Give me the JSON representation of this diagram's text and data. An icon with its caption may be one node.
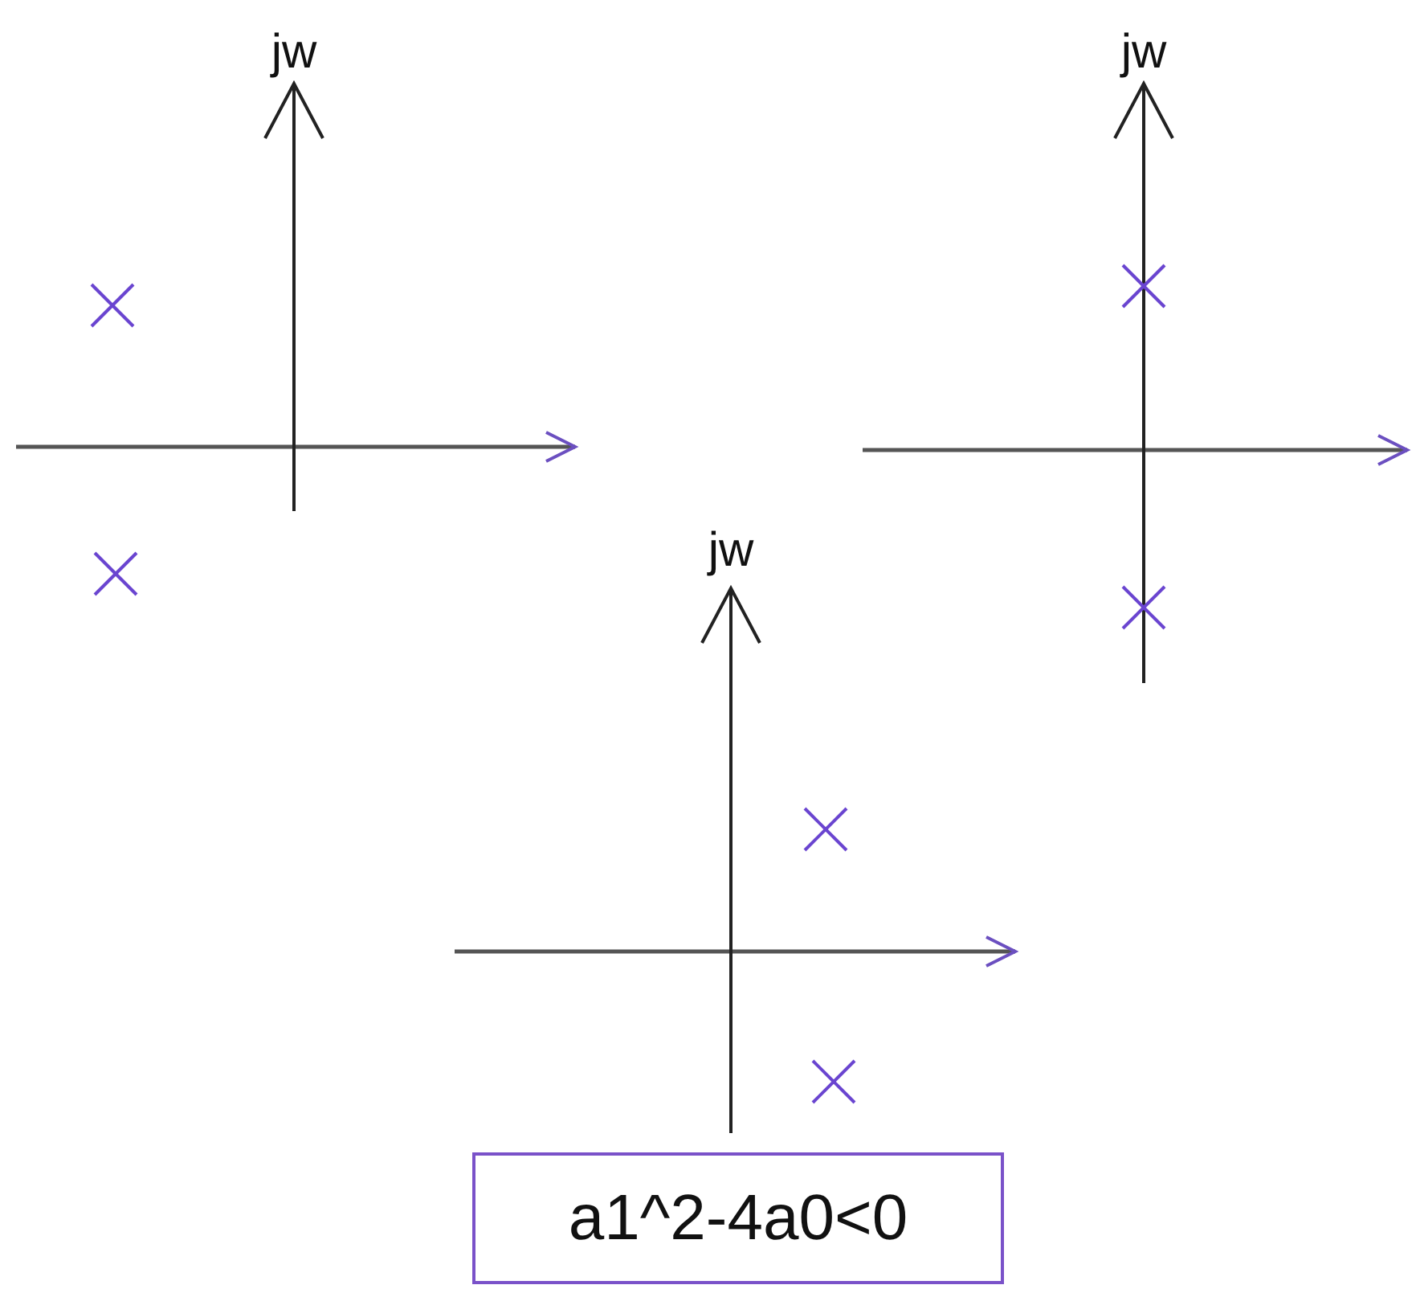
{
  "diagram": {
    "nodes": [
      {
        "text": [
          "a1^2-4a0<0"
        ]
      }
    ],
    "labels": [
      "jw",
      "jw",
      "jw"
    ]
  }
}
